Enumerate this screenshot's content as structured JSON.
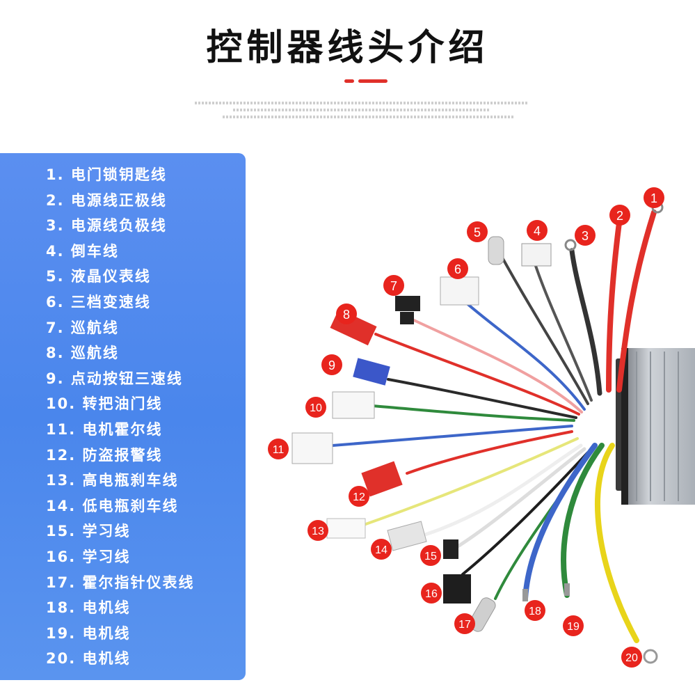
{
  "title": "控制器线头介绍",
  "wires": [
    {
      "number": "1",
      "label": "1. 电门锁钥匙线"
    },
    {
      "number": "2",
      "label": "2. 电源线正极线"
    },
    {
      "number": "3",
      "label": "3. 电源线负极线"
    },
    {
      "number": "4",
      "label": "4. 倒车线"
    },
    {
      "number": "5",
      "label": "5. 液晶仪表线"
    },
    {
      "number": "6",
      "label": "6. 三档变速线"
    },
    {
      "number": "7",
      "label": "7. 巡航线"
    },
    {
      "number": "8",
      "label": "8. 巡航线"
    },
    {
      "number": "9",
      "label": "9. 点动按钮三速线"
    },
    {
      "number": "10",
      "label": "10. 转把油门线"
    },
    {
      "number": "11",
      "label": "11. 电机霍尔线"
    },
    {
      "number": "12",
      "label": "12. 防盗报警线"
    },
    {
      "number": "13",
      "label": "13. 高电瓶刹车线"
    },
    {
      "number": "14",
      "label": "14. 低电瓶刹车线"
    },
    {
      "number": "15",
      "label": "15. 学习线"
    },
    {
      "number": "16",
      "label": "16. 学习线"
    },
    {
      "number": "17",
      "label": "17. 霍尔指针仪表线"
    },
    {
      "number": "18",
      "label": "18. 电机线"
    },
    {
      "number": "19",
      "label": "19. 电机线"
    },
    {
      "number": "20",
      "label": "20. 电机线"
    }
  ],
  "colors": {
    "accent": "#e0302a",
    "panel": "#4a86ec",
    "badge": "#e8241d"
  }
}
